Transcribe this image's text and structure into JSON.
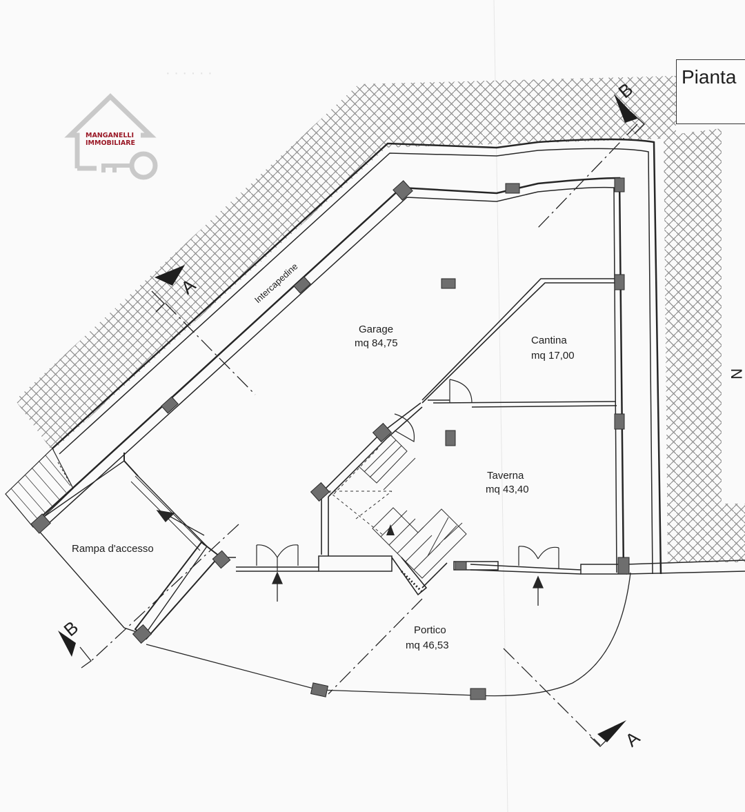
{
  "title": {
    "text": "Pianta"
  },
  "logo": {
    "line1": "MANGANELLI",
    "line2": "IMMOBILIARE",
    "icon": "house-key-icon",
    "brand_color": "#9a1826",
    "icon_color": "#c9c9c9"
  },
  "rooms": {
    "garage": {
      "name": "Garage",
      "area": "mq 84,75"
    },
    "cantina": {
      "name": "Cantina",
      "area": "mq 17,00"
    },
    "taverna": {
      "name": "Taverna",
      "area": "mq 43,40"
    },
    "portico": {
      "name": "Portico",
      "area": "mq 46,53"
    },
    "rampa": {
      "name": "Rampa d'accesso"
    },
    "intercapedine": {
      "name": "Intercapedine"
    }
  },
  "sections": {
    "a_top": "A",
    "a_bottom": "A",
    "b_top": "B",
    "b_bottom": "B"
  },
  "edge_text": {
    "right": "N"
  },
  "colors": {
    "line": "#262626",
    "hatch": "#8c8c8c",
    "pillar": "#6e6e6e",
    "paper": "#fafafa"
  }
}
